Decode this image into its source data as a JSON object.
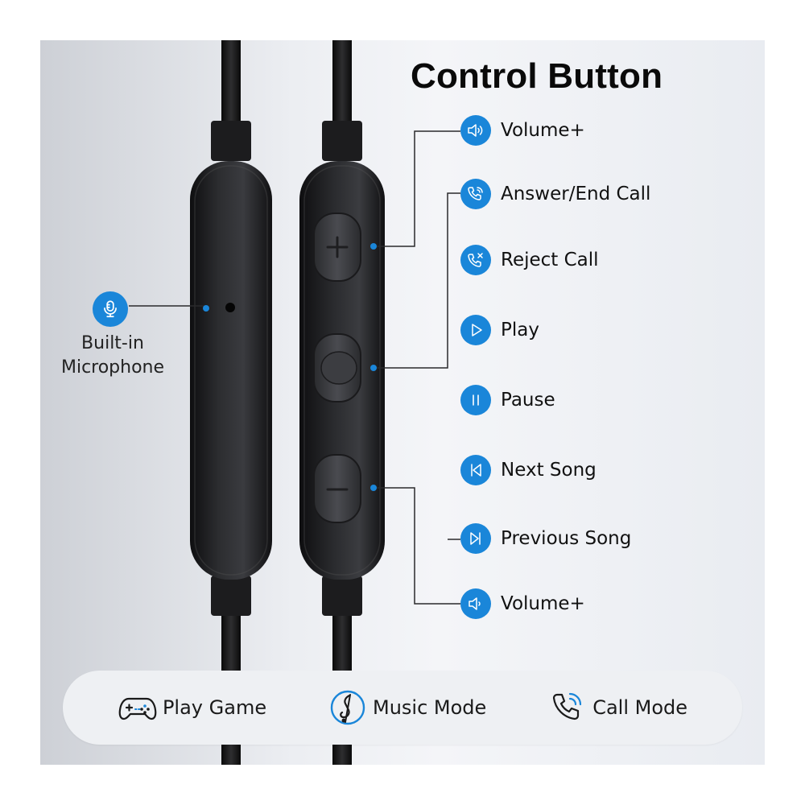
{
  "title": "Control Button",
  "accent_color": "#1a86d9",
  "microphone": {
    "label_line1": "Built-in",
    "label_line2": "Microphone",
    "icon": "microphone-icon"
  },
  "features": [
    {
      "label": "Volume+",
      "icon": "volume-up-icon"
    },
    {
      "label": "Answer/End Call",
      "icon": "phone-ring-icon"
    },
    {
      "label": "Reject Call",
      "icon": "phone-reject-icon"
    },
    {
      "label": "Play",
      "icon": "play-icon"
    },
    {
      "label": "Pause",
      "icon": "pause-icon"
    },
    {
      "label": "Next Song",
      "icon": "skip-back-icon"
    },
    {
      "label": "Previous Song",
      "icon": "skip-forward-icon"
    },
    {
      "label": "Volume+",
      "icon": "volume-down-icon"
    }
  ],
  "modes": [
    {
      "label": "Play Game",
      "icon": "gamepad-icon"
    },
    {
      "label": "Music Mode",
      "icon": "music-note-icon"
    },
    {
      "label": "Call Mode",
      "icon": "phone-call-icon"
    }
  ]
}
